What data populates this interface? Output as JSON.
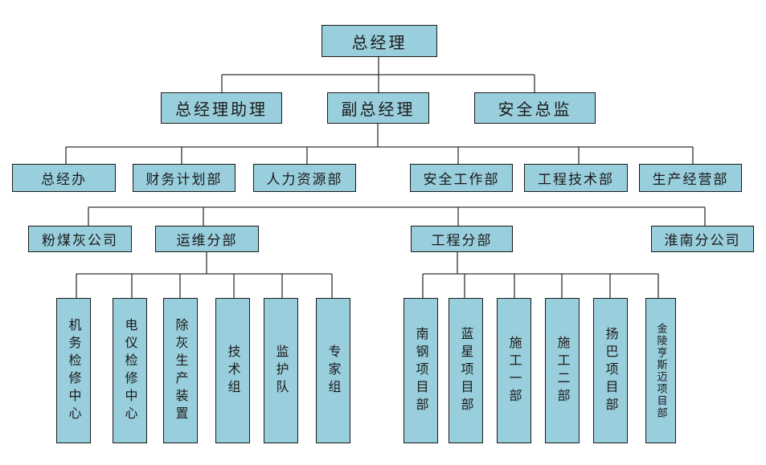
{
  "colors": {
    "box_fill": "#99CEDC",
    "box_border": "#1a1a1a",
    "line": "#333333"
  },
  "root": {
    "id": "gm",
    "label": "总经理"
  },
  "level1": [
    {
      "id": "gm-assistant",
      "label": "总经理助理"
    },
    {
      "id": "deputy-gm",
      "label": "副总经理"
    },
    {
      "id": "safety-director",
      "label": "安全总监"
    }
  ],
  "level2": [
    {
      "id": "gm-office",
      "label": "总经办"
    },
    {
      "id": "finance-planning",
      "label": "财务计划部"
    },
    {
      "id": "human-resources",
      "label": "人力资源部"
    },
    {
      "id": "safety-work",
      "label": "安全工作部"
    },
    {
      "id": "engineering-tech",
      "label": "工程技术部"
    },
    {
      "id": "production-operation",
      "label": "生产经营部"
    }
  ],
  "level3": [
    {
      "id": "fly-ash-company",
      "label": "粉煤灰公司"
    },
    {
      "id": "om-branch",
      "label": "运维分部"
    },
    {
      "id": "engineering-branch",
      "label": "工程分部"
    },
    {
      "id": "huainan-branch",
      "label": "淮南分公司"
    }
  ],
  "om_units": [
    {
      "id": "mech-maintenance",
      "label": "机务检修中心"
    },
    {
      "id": "ei-maintenance",
      "label": "电仪检修中心"
    },
    {
      "id": "ash-removal",
      "label": "除灰生产装置"
    },
    {
      "id": "tech-team",
      "label": "技术组"
    },
    {
      "id": "supervision-team",
      "label": "监护队"
    },
    {
      "id": "expert-team",
      "label": "专家组"
    }
  ],
  "eng_units": [
    {
      "id": "nangang-project",
      "label": "南钢项目部"
    },
    {
      "id": "lanxing-project",
      "label": "蓝星项目部"
    },
    {
      "id": "construction-1",
      "label": "施工一部"
    },
    {
      "id": "construction-2",
      "label": "施工二部"
    },
    {
      "id": "yangba-project",
      "label": "扬巴项目部"
    },
    {
      "id": "jinling-hengsimai-project",
      "label": "金陵亨斯迈项目部"
    }
  ]
}
